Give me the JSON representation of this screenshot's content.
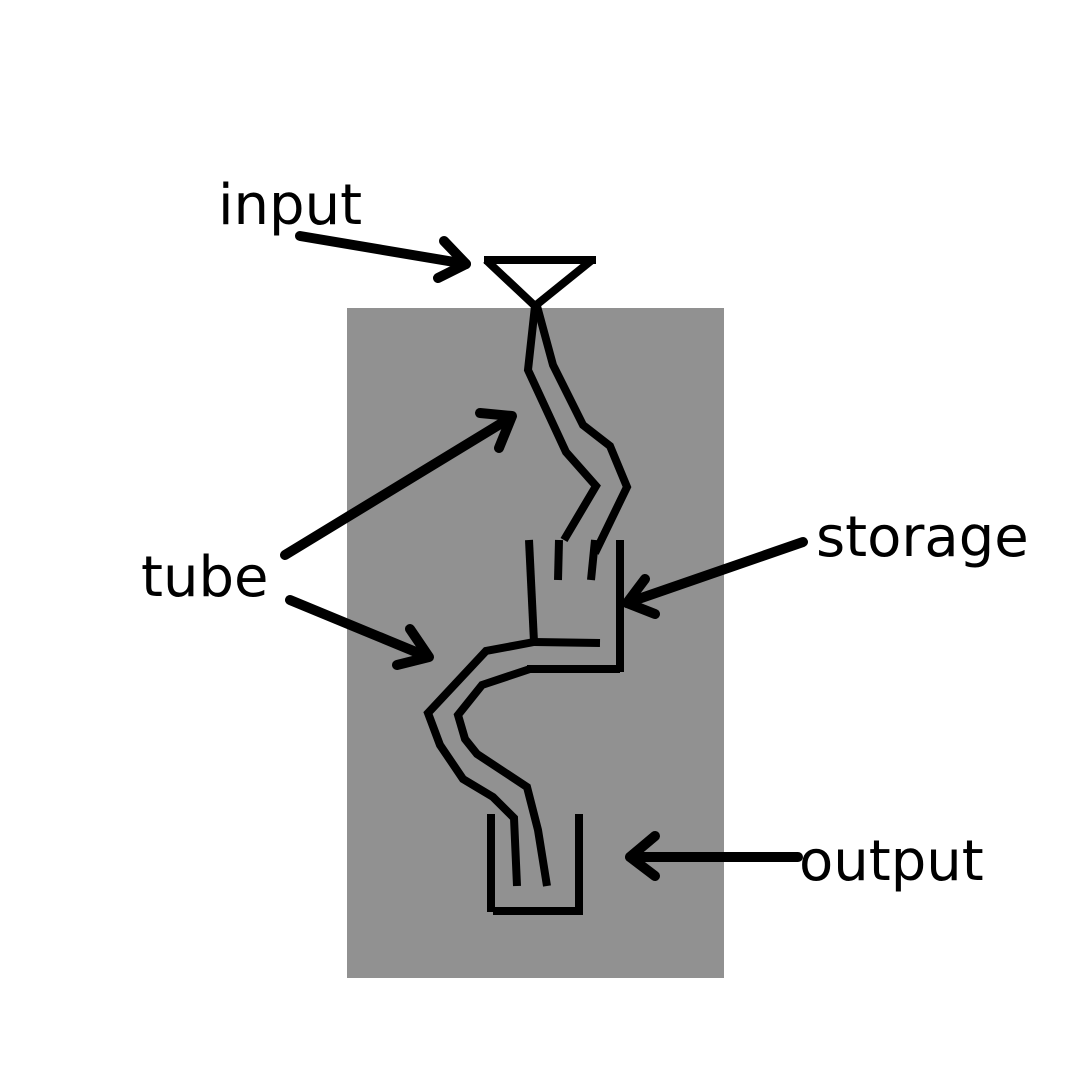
{
  "labels": {
    "input": "input",
    "tube": "tube",
    "storage": "storage",
    "output": "output"
  },
  "colors": {
    "background": "#ffffff",
    "panel": "#919191",
    "ink": "#000000"
  }
}
